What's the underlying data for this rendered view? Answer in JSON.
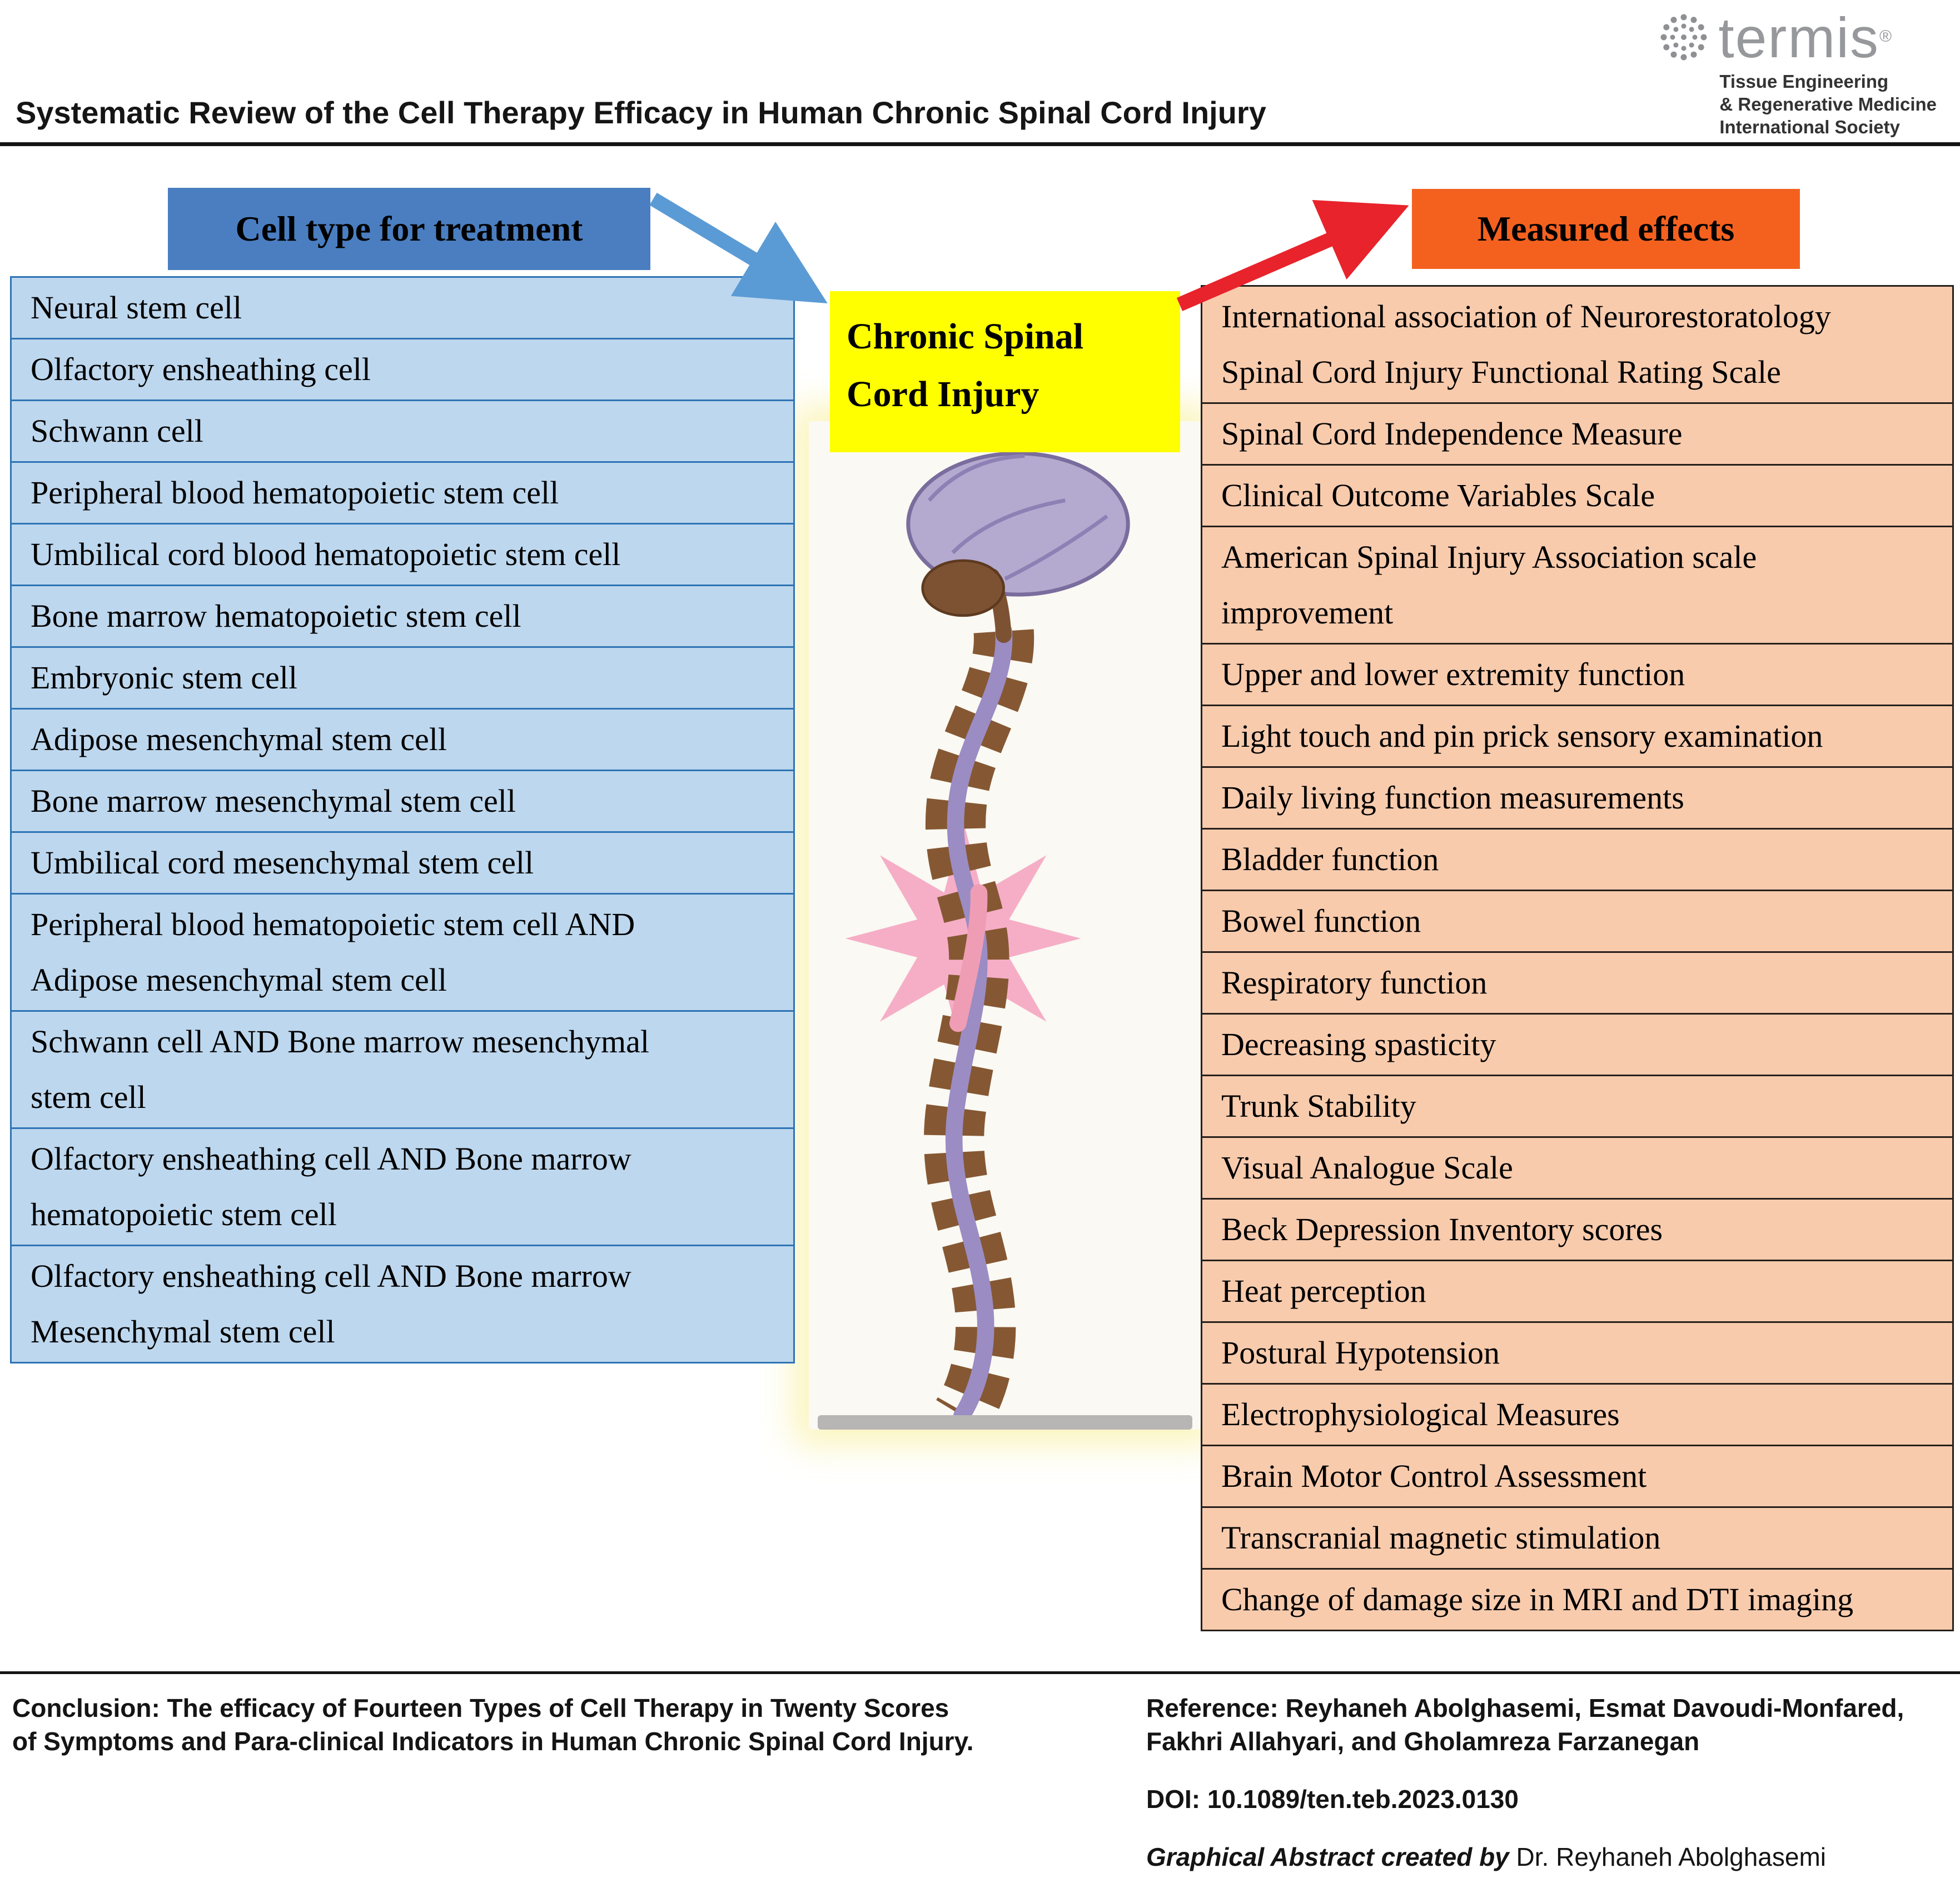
{
  "colors": {
    "blue-header": "#4a7ec1",
    "blue-item-bg": "#bdd7ee",
    "blue-border": "#2e74b5",
    "yellow": "#ffff00",
    "orange-header": "#f4611f",
    "orange-item-bg": "#f8cbad",
    "orange-border": "#26201c",
    "arrow-blue": "#5b9bd5",
    "arrow-red": "#e8232b"
  },
  "header": {
    "title": "Systematic Review of the Cell Therapy Efficacy in Human Chronic Spinal Cord Injury",
    "logo": {
      "brand": "termis",
      "registered": "®",
      "tagline_lines": [
        "Tissue Engineering",
        "& Regenerative Medicine",
        "International Society"
      ]
    }
  },
  "cell_types": {
    "header": "Cell type for treatment",
    "items": [
      "Neural stem cell",
      "Olfactory ensheathing cell",
      "Schwann cell",
      "Peripheral blood hematopoietic stem cell",
      "Umbilical cord blood hematopoietic stem cell",
      "Bone marrow hematopoietic stem cell",
      "Embryonic stem cell",
      "Adipose mesenchymal stem cell",
      "Bone marrow mesenchymal stem cell",
      "Umbilical cord mesenchymal stem cell",
      "Peripheral blood hematopoietic stem cell AND\nAdipose mesenchymal stem cell",
      "Schwann cell AND Bone marrow mesenchymal\nstem cell",
      "Olfactory ensheathing cell AND Bone marrow\nhematopoietic stem cell",
      "Olfactory ensheathing cell AND Bone marrow\nMesenchymal stem cell"
    ]
  },
  "center": {
    "label": "Chronic Spinal Cord Injury"
  },
  "measured_effects": {
    "header": "Measured effects",
    "items": [
      "International association of Neurorestoratology\nSpinal Cord Injury Functional Rating Scale",
      "Spinal Cord Independence Measure",
      "Clinical Outcome Variables Scale",
      "American Spinal Injury Association scale\nimprovement",
      "Upper and lower extremity function",
      "Light touch and pin prick sensory examination",
      "Daily living function measurements",
      "Bladder function",
      "Bowel function",
      "Respiratory function",
      "Decreasing spasticity",
      "Trunk Stability",
      "Visual Analogue Scale",
      "Beck Depression Inventory scores",
      "Heat perception",
      "Postural Hypotension",
      "Electrophysiological Measures",
      "Brain Motor Control Assessment",
      "Transcranial magnetic stimulation",
      "Change of damage size in MRI and DTI imaging"
    ]
  },
  "footer": {
    "conclusion": "Conclusion: The efficacy of Fourteen Types of Cell Therapy in Twenty Scores\nof Symptoms and Para-clinical Indicators in Human Chronic Spinal Cord Injury.",
    "reference": "Reference: Reyhaneh Abolghasemi, Esmat Davoudi-Monfared,\nFakhri Allahyari, and Gholamreza Farzanegan",
    "doi": "DOI: 10.1089/ten.teb.2023.0130",
    "credit_prefix": "Graphical Abstract created by",
    "credit_name": "Dr. Reyhaneh Abolghasemi"
  }
}
